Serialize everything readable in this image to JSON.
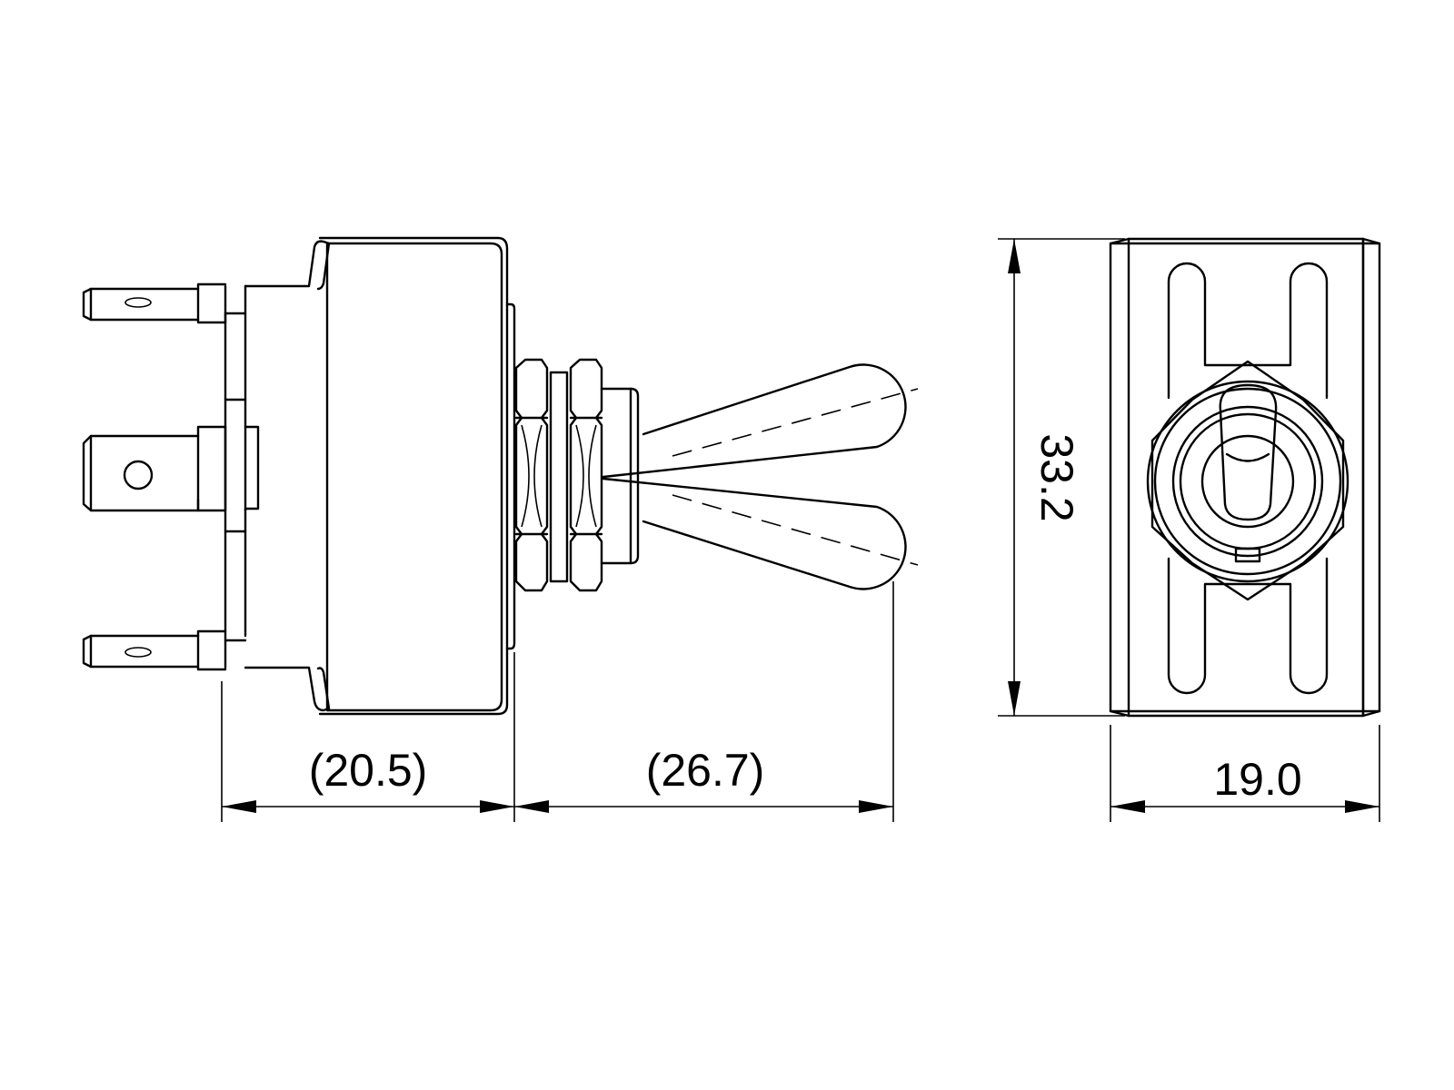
{
  "dimensions": {
    "rear_depth": "(20.5)",
    "lever_projection": "(26.7)",
    "body_height": "33.2",
    "body_width": "19.0"
  },
  "colors": {
    "line": "#000000",
    "background": "#ffffff"
  }
}
